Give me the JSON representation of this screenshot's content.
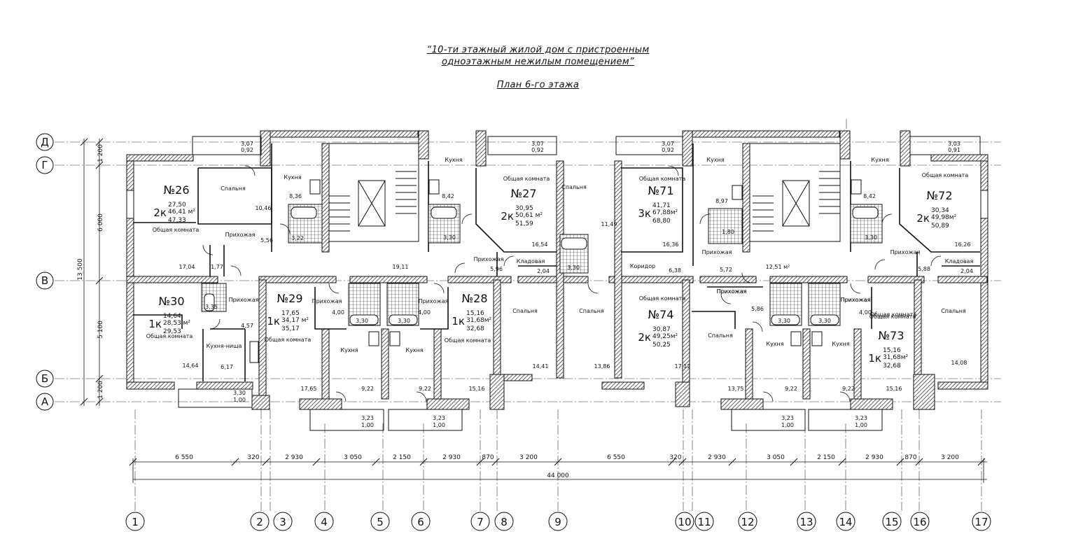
{
  "title": {
    "line1": "“10-ти этажный жилой дом с пристроенным",
    "line2": "одноэтажным нежилым помещением”",
    "subtitle": "План 6-го этажа"
  },
  "row_axes": [
    "Д",
    "Г",
    "В",
    "Б",
    "А"
  ],
  "col_axes": [
    "1",
    "2",
    "3",
    "4",
    "5",
    "6",
    "7",
    "8",
    "9",
    "10",
    "11",
    "12",
    "13",
    "14",
    "15",
    "16",
    "17"
  ],
  "dims_vertical": [
    "1 200",
    "6 000",
    "13 500",
    "5 100",
    "1 200"
  ],
  "dims_horizontal": [
    "6 550",
    "320",
    "2 930",
    "3 050",
    "2 150",
    "2 930",
    "870",
    "3 200",
    "6 550",
    "320",
    "2 930",
    "3 050",
    "2 150",
    "2 930",
    "870",
    "3 200"
  ],
  "dim_total": "44 000",
  "apartments": [
    {
      "no": "№26",
      "rooms": "2к",
      "living": "27,50",
      "total": "46,41 м²",
      "total2": "47,33"
    },
    {
      "no": "№27",
      "rooms": "2к",
      "living": "30,95",
      "total": "50,61 м²",
      "total2": "51,59"
    },
    {
      "no": "№71",
      "rooms": "3к",
      "living": "41,71",
      "total": "67,88м²",
      "total2": "68,80"
    },
    {
      "no": "№72",
      "rooms": "2к",
      "living": "30,34",
      "total": "49,98м²",
      "total2": "50,89"
    },
    {
      "no": "№30",
      "rooms": "1к",
      "living": "14,64",
      "total": "28,53 м²",
      "total2": "29,53"
    },
    {
      "no": "№29",
      "rooms": "1к",
      "living": "17,65",
      "total": "34,17 м²",
      "total2": "35,17"
    },
    {
      "no": "№28",
      "rooms": "1к",
      "living": "15,16",
      "total": "31,68м²",
      "total2": "32,68"
    },
    {
      "no": "№74",
      "rooms": "2к",
      "living": "30,87",
      "total": "49,25м²",
      "total2": "50,25"
    },
    {
      "no": "№73",
      "rooms": "1к",
      "living": "15,16",
      "total": "31,68м²",
      "total2": "32,68"
    }
  ],
  "rooms": [
    {
      "label": "Спальня"
    },
    {
      "label": "Кухня"
    },
    {
      "label": "Кухня"
    },
    {
      "label": "Общая комната"
    },
    {
      "label": "Спальня"
    },
    {
      "label": "Общая комната"
    },
    {
      "label": "Кухня"
    },
    {
      "label": "Кухня"
    },
    {
      "label": "Общая комната"
    },
    {
      "label": "Общая комната"
    },
    {
      "label": "Прихожая"
    },
    {
      "label": "Прихожая"
    },
    {
      "label": "Прихожая"
    },
    {
      "label": "Прихожая"
    },
    {
      "label": "Кладовая"
    },
    {
      "label": "Кладовая"
    },
    {
      "label": "Коридор"
    },
    {
      "label": "Прихожая"
    },
    {
      "label": "Прихожая"
    },
    {
      "label": "Общая комната"
    },
    {
      "label": "Кухня-ниша"
    },
    {
      "label": "Прихожая"
    },
    {
      "label": "Общая комната"
    },
    {
      "label": "Прихожая"
    },
    {
      "label": "Общая комната"
    },
    {
      "label": "Кухня"
    },
    {
      "label": "Кухня"
    },
    {
      "label": "Спальня"
    },
    {
      "label": "Спальня"
    },
    {
      "label": "Общая комната"
    },
    {
      "label": "Спальня"
    },
    {
      "label": "Кухня"
    },
    {
      "label": "Кухня"
    },
    {
      "label": "Прихожая"
    },
    {
      "label": "Общая комната"
    },
    {
      "label": "Спальня"
    },
    {
      "label": "Общая комната"
    },
    {
      "label": "Прихожая"
    },
    {
      "label": "Прихожая"
    }
  ],
  "areas": [
    "3,07",
    "0,92",
    "3,07",
    "0,92",
    "3,07",
    "0,92",
    "3,03",
    "0,91",
    "8,36",
    "10,46",
    "5,56",
    "3,22",
    "17,04",
    "1,77",
    "19,11",
    "8,42",
    "3,30",
    "16,54",
    "5,96",
    "2,04",
    "11,49",
    "3,30",
    "16,36",
    "6,38",
    "8,97",
    "1,80",
    "5,72",
    "12,51 м²",
    "8,42",
    "3,30",
    "16,26",
    "5,88",
    "2,04",
    "3,35",
    "4,57",
    "14,64",
    "6,17",
    "3,30",
    "1,00",
    "4,00",
    "3,30",
    "3,30",
    "4,00",
    "17,65",
    "9,22",
    "9,22",
    "15,16",
    "14,41",
    "13,86",
    "17,12",
    "5,86",
    "3,30",
    "3,30",
    "4,00",
    "13,75",
    "9,22",
    "9,22",
    "15,16",
    "14,08",
    "3,23",
    "1,00",
    "3,23",
    "1,00",
    "3,23",
    "1,00",
    "3,23",
    "1,00"
  ]
}
